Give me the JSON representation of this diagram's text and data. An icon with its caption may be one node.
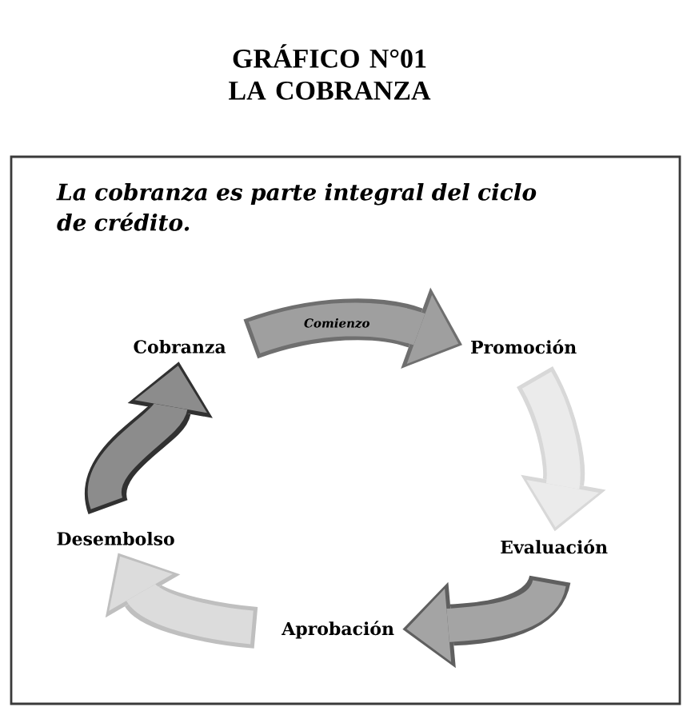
{
  "diagram": {
    "title": "GRÁFICO N°01 LA COBRANZA",
    "nodes": [
      {
        "text": [
          "La cobranza es parte integral del ciclo de crédito."
        ]
      },
      {
        "text": [
          "Cobranza"
        ],
        "in": 0
      },
      {
        "text": [
          "Promoción"
        ],
        "in": 0
      },
      {
        "text": [
          "Desembolso"
        ],
        "in": 0
      },
      {
        "text": [
          "Evaluación"
        ],
        "in": 0
      },
      {
        "text": [
          "Aprobación"
        ],
        "in": 0
      }
    ],
    "edges": [
      {
        "from": 1,
        "to": 2,
        "arrow": "to",
        "label": "Comienzo",
        "color": "#6f6f6f"
      },
      {
        "from": 2,
        "to": 4,
        "arrow": "to",
        "color": "#d8d8d8"
      },
      {
        "from": 4,
        "to": 5,
        "arrow": "to",
        "color": "#a4a4a4"
      },
      {
        "from": 5,
        "to": 3,
        "arrow": "to",
        "color": "#bfbfbf"
      },
      {
        "from": 3,
        "to": 1,
        "arrow": "to",
        "color": "#8c8c8c"
      }
    ]
  }
}
